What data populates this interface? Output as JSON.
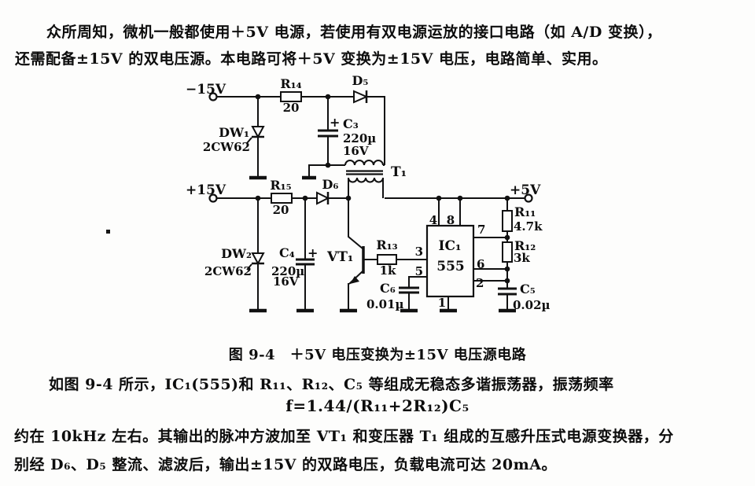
{
  "page": {
    "intro": {
      "line1": "众所周知，微机一般都使用＋5V 电源，若使用有双电源运放的接口电路（如 A/D 变换），",
      "line2": "还需配备±15V 的双电压源。本电路可将＋5V 变换为±15V 电压，电路简单、实用。"
    },
    "caption": "图 9-4　＋5V 电压变换为±15V 电压源电路",
    "body": {
      "line1": "如图 9-4 所示，IC₁(555)和 R₁₁、R₁₂、C₅ 等组成无稳态多谐振荡器，振荡频率",
      "formula": "f=1.44/(R₁₁+2R₁₂)C₅",
      "line2": "约在 10kHz 左右。其输出的脉冲方波加至 VT₁ 和变压器 T₁ 组成的互感升压式电源变换器，分",
      "line3": "别经 D₆、D₅ 整流、滤波后，输出±15V 的双路电压，负载电流可达 20mA。"
    }
  },
  "circuit": {
    "terminals": {
      "neg15v": "−15V",
      "pos15v": "+15V",
      "pos5v": "+5V"
    },
    "r14": {
      "name": "R₁₄",
      "value": "20"
    },
    "r15": {
      "name": "R₁₅",
      "value": "20"
    },
    "d5": {
      "name": "D₅"
    },
    "d6": {
      "name": "D₆"
    },
    "dw1": {
      "name": "DW₁",
      "model": "2CW62"
    },
    "dw2": {
      "name": "DW₂",
      "model": "2CW62"
    },
    "c3": {
      "plus": "+",
      "name": "C₃",
      "value": "220µ",
      "voltage": "16V"
    },
    "c4": {
      "plus": "+",
      "name": "C₄",
      "value": "220µ",
      "voltage": "16V"
    },
    "c5": {
      "name": "C₅",
      "value": "0.02µ"
    },
    "c6": {
      "name": "C₆",
      "value": "0.01µ"
    },
    "t1": {
      "name": "T₁"
    },
    "vt1": {
      "name": "VT₁"
    },
    "r13": {
      "name": "R₁₃",
      "value": "1k"
    },
    "r11": {
      "name": "R₁₁",
      "value": "4.7k"
    },
    "r12": {
      "name": "R₁₂",
      "value": "3k"
    },
    "ic1": {
      "name": "IC₁",
      "model": "555"
    },
    "pins": {
      "1": "1",
      "2": "2",
      "3": "3",
      "4": "4",
      "5": "5",
      "6": "6",
      "7": "7",
      "8": "8"
    }
  }
}
